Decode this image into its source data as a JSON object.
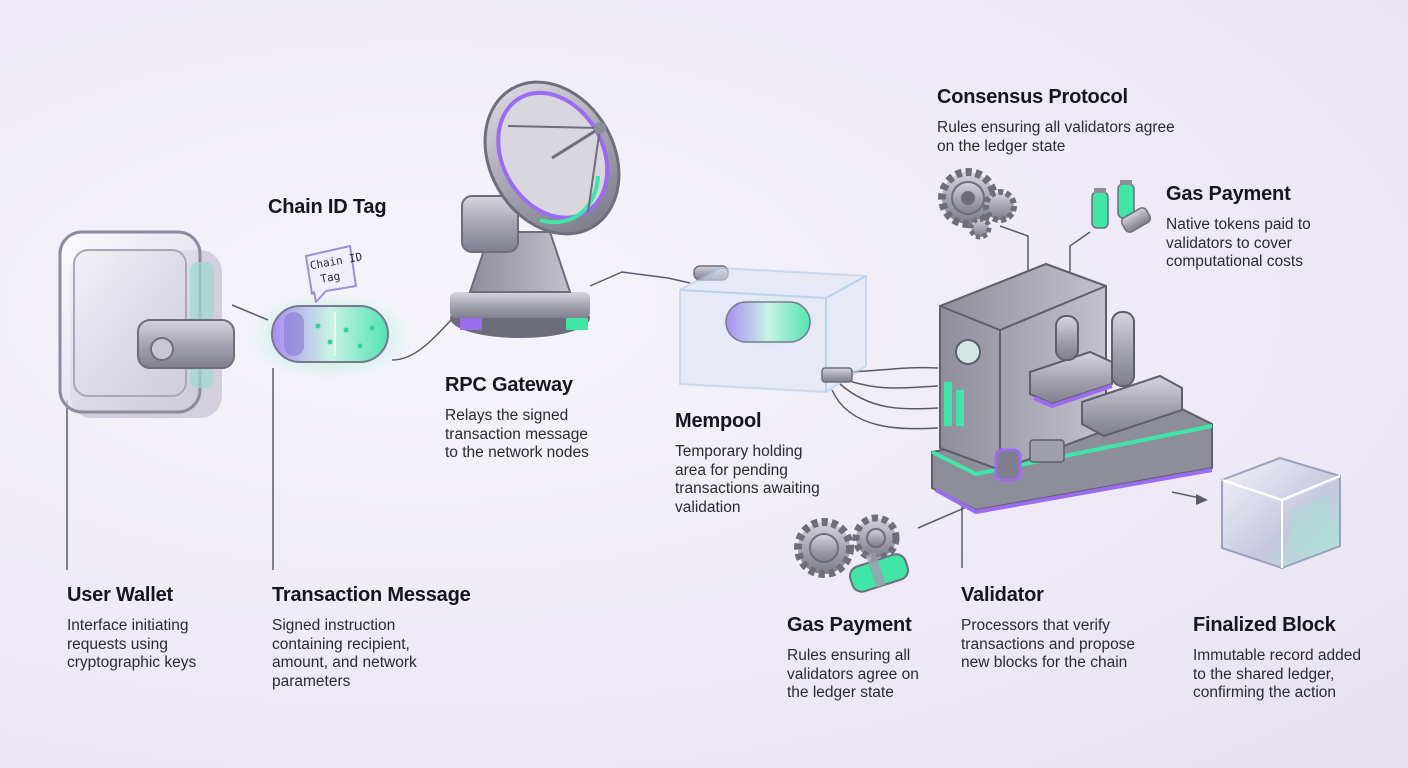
{
  "components": {
    "user_wallet": {
      "title": "User Wallet",
      "description": "Interface initiating\nrequests using\ncryptographic keys"
    },
    "transaction_message": {
      "title": "Transaction Message",
      "description": "Signed instruction\ncontaining recipient,\namount, and network\nparameters"
    },
    "chain_id_tag": {
      "title": "Chain ID Tag",
      "tag_line1": "Chain ID",
      "tag_line2": "Tag"
    },
    "rpc_gateway": {
      "title": "RPC Gateway",
      "description": "Relays the signed\ntransaction message\nto the network nodes"
    },
    "mempool": {
      "title": "Mempool",
      "description": "Temporary holding\narea for pending\ntransactions awaiting\nvalidation"
    },
    "consensus_protocol": {
      "title": "Consensus Protocol",
      "description": "Rules ensuring all validators agree\non the ledger state"
    },
    "gas_payment_top": {
      "title": "Gas Payment",
      "description": "Native tokens paid to\nvalidators to cover\ncomputational costs"
    },
    "gas_payment_bottom": {
      "title": "Gas Payment",
      "description": "Rules ensuring all\nvalidators agree on\nthe ledger state"
    },
    "validator": {
      "title": "Validator",
      "description": "Processors that verify\ntransactions and propose\nnew blocks for the chain"
    },
    "finalized_block": {
      "title": "Finalized Block",
      "description": "Immutable record added\nto the shared ledger,\nconfirming the action"
    }
  },
  "colors": {
    "accent_green": "#3fe6a8",
    "accent_purple": "#9b6cf0",
    "metal": "#a9a8b4",
    "line": "#555566"
  },
  "icons": [
    "wallet-icon",
    "transaction-capsule-icon",
    "chain-id-tag-icon",
    "satellite-dish-icon",
    "mempool-box-icon",
    "gears-icon",
    "battery-icon",
    "validator-machine-icon",
    "block-cube-icon"
  ]
}
